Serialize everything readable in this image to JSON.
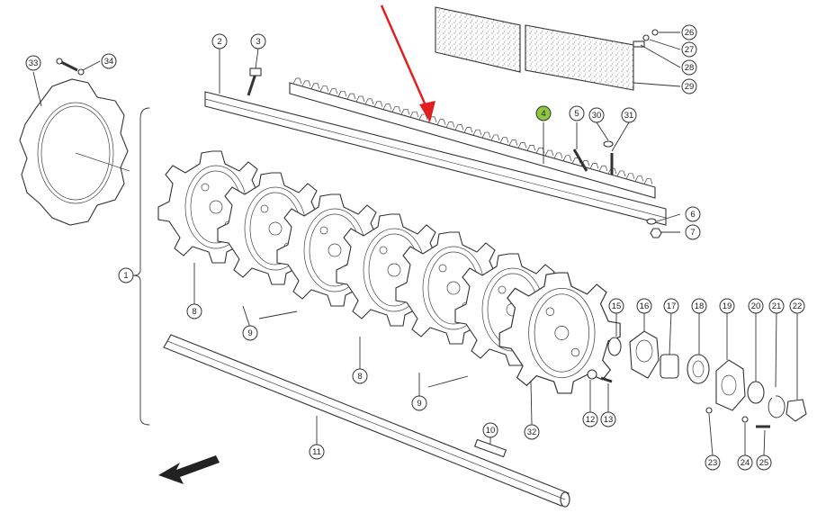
{
  "diagram": {
    "title": "",
    "highlight_color": "#8dc63f",
    "arrow_color": "#e02020",
    "callouts": [
      "1",
      "2",
      "3",
      "4",
      "5",
      "6",
      "7",
      "8",
      "8",
      "9",
      "9",
      "10",
      "11",
      "12",
      "13",
      "15",
      "16",
      "17",
      "18",
      "19",
      "20",
      "21",
      "22",
      "23",
      "24",
      "25",
      "26",
      "27",
      "28",
      "29",
      "30",
      "31",
      "32",
      "33",
      "34"
    ],
    "highlighted_callout": "4"
  }
}
